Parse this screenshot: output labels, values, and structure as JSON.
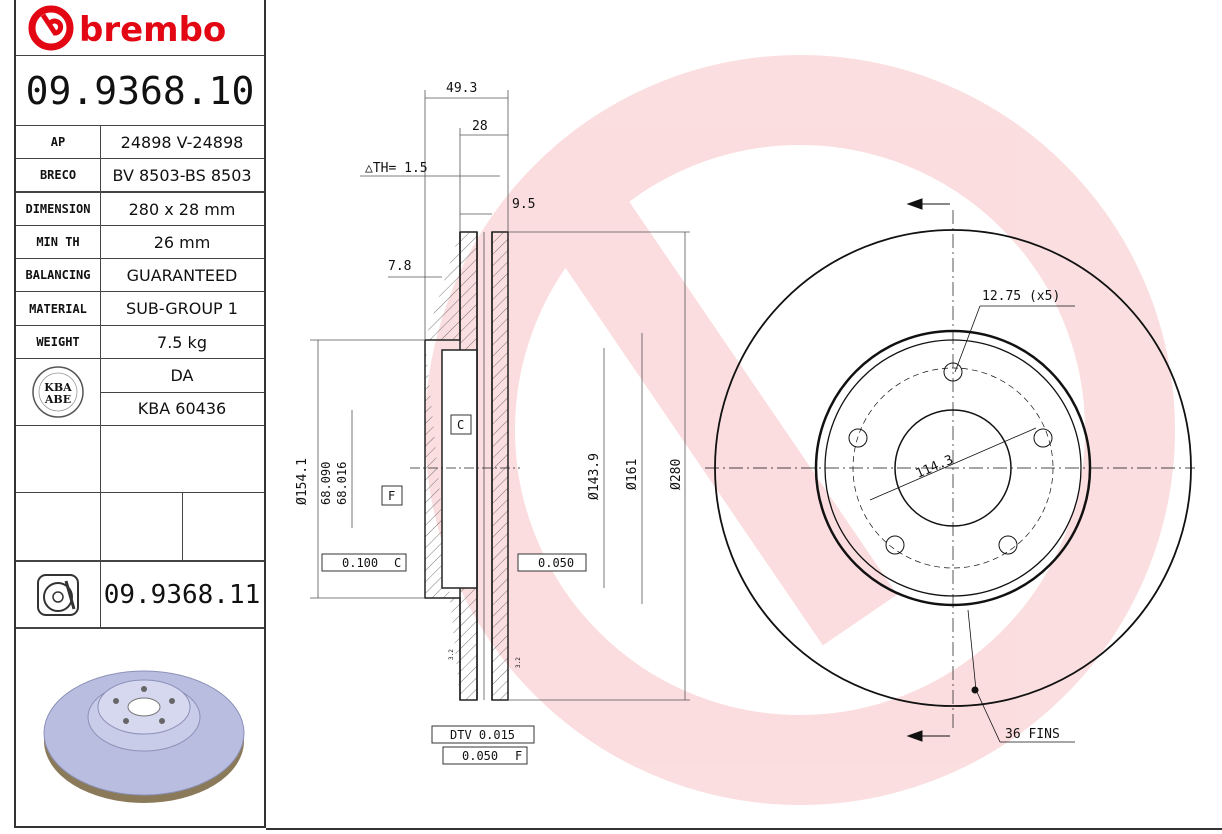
{
  "brand": {
    "name": "brembo",
    "color": "#e30613"
  },
  "part_number": "09.9368.10",
  "specs": [
    {
      "label": "AP",
      "value": "24898 V-24898"
    },
    {
      "label": "BRECO",
      "value": "BV 8503-BS 8503"
    },
    {
      "label": "DIMENSION",
      "value": "280 x 28 mm"
    },
    {
      "label": "MIN TH",
      "value": "26 mm"
    },
    {
      "label": "BALANCING",
      "value": "GUARANTEED"
    },
    {
      "label": "MATERIAL",
      "value": "SUB-GROUP 1"
    },
    {
      "label": "WEIGHT",
      "value": "7.5 kg"
    }
  ],
  "approval": {
    "badge_line1": "KBA",
    "badge_line2": "ABE",
    "type": "DA",
    "number": "KBA 60436"
  },
  "alt_part_number": "09.9368.11",
  "dimensions": {
    "overall_width": "49.3",
    "thickness": "28",
    "delta_th": "△TH= 1.5",
    "vane_gap": "9.5",
    "hat_offset": "7.8",
    "d_hat": "Ø154.1",
    "d_bore_max": "68.090",
    "d_bore_min": "68.016",
    "d_inner": "Ø143.9",
    "d_161": "Ø161",
    "d_280": "Ø280",
    "hole": "12.75 (x5)",
    "pcd": "114.3",
    "fins": "36 FINS",
    "datum_c": "C",
    "datum_f": "F",
    "tol_parallel": "0.100",
    "tol_parallel_ref": "C",
    "tol_flat": "0.050",
    "dtv": "DTV 0.015",
    "runout": "0.050",
    "runout_ref": "F",
    "roughness": "3.2"
  }
}
